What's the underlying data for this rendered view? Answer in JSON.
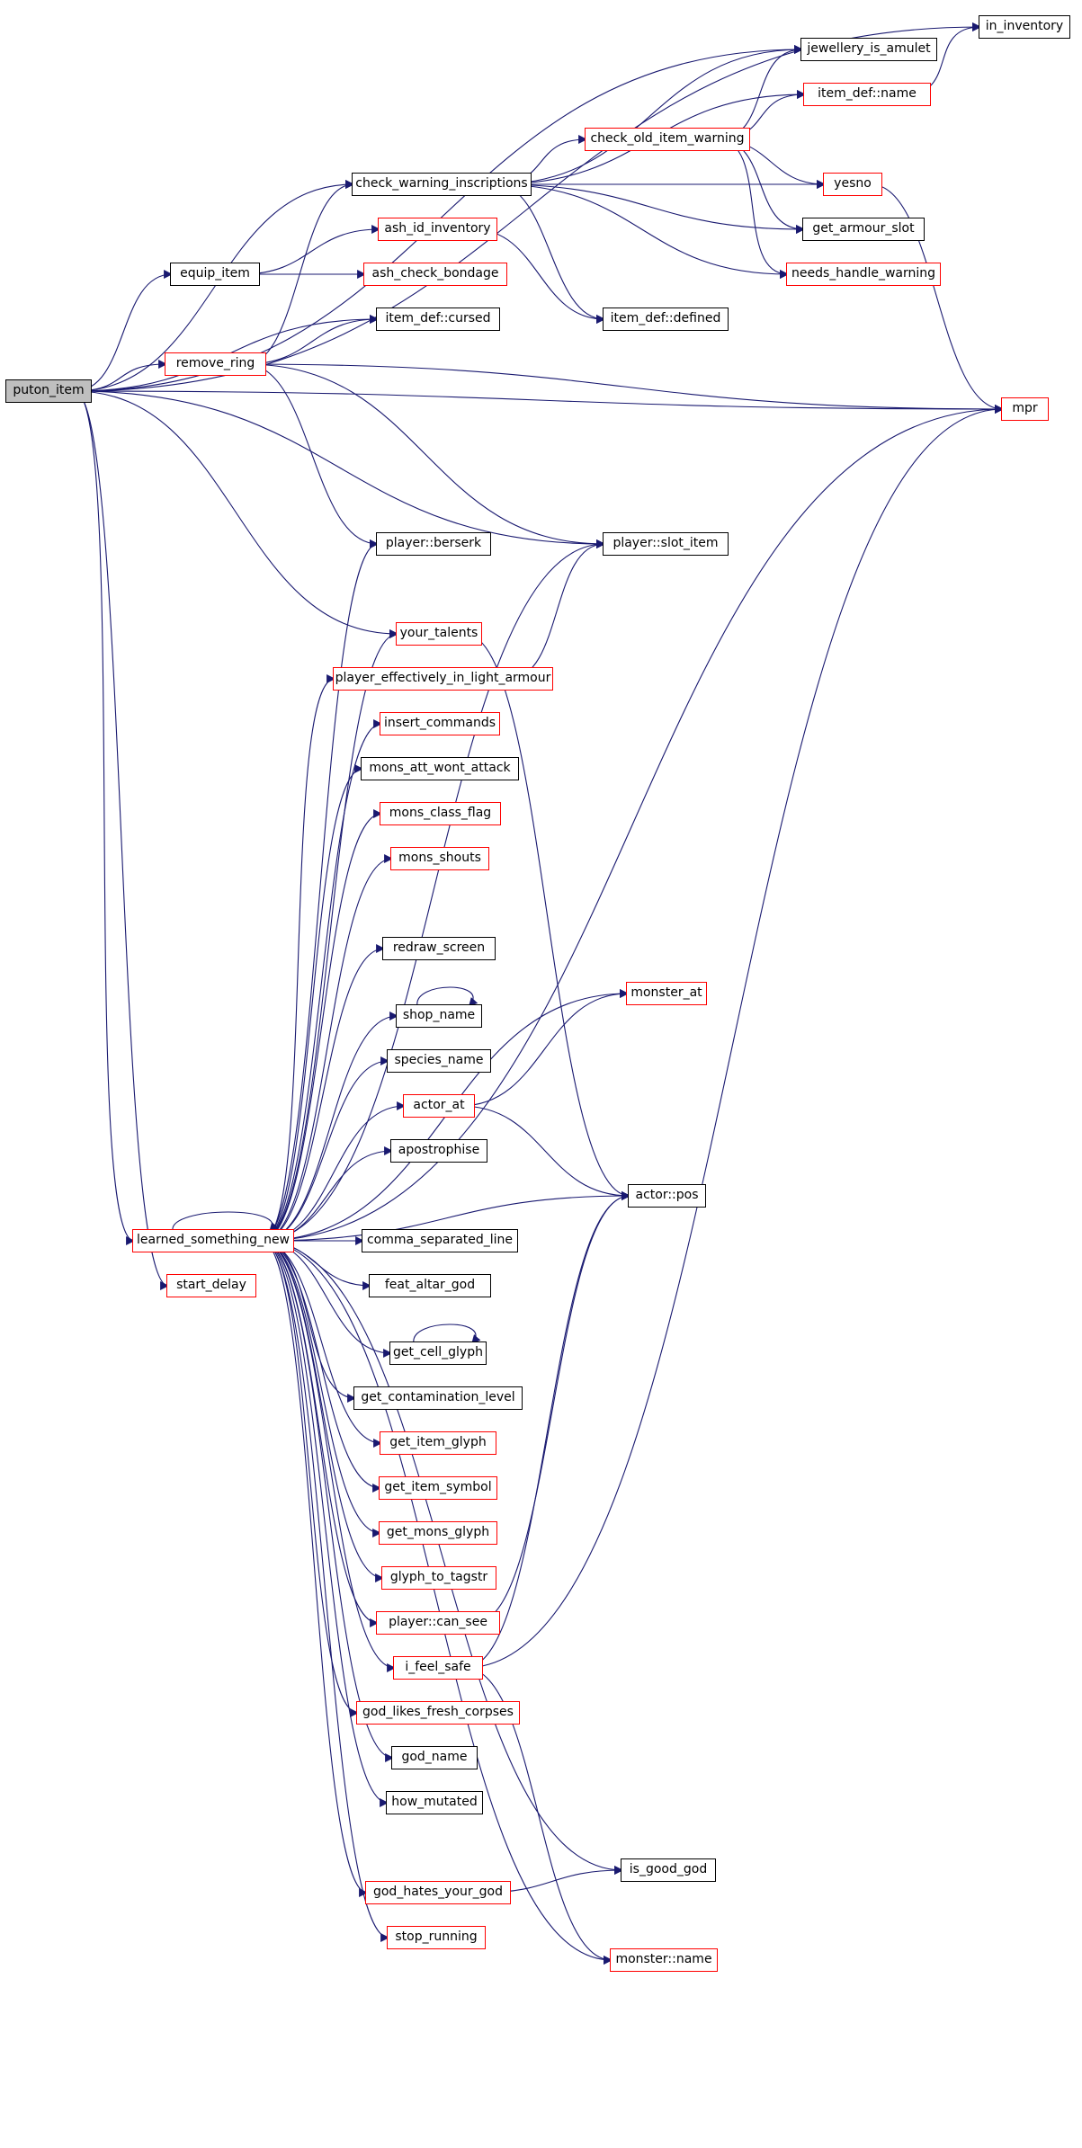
{
  "graph": {
    "type": "call-graph",
    "edge_color": "#191970",
    "root": "puton_item",
    "nodes": [
      {
        "id": "puton_item",
        "label": "puton_item",
        "style": "root"
      },
      {
        "id": "in_inventory",
        "label": "in_inventory",
        "style": "black"
      },
      {
        "id": "jewellery_is_amulet",
        "label": "jewellery_is_amulet",
        "style": "black"
      },
      {
        "id": "item_def_name",
        "label": "item_def::name",
        "style": "red"
      },
      {
        "id": "check_old_item_warning",
        "label": "check_old_item_warning",
        "style": "red"
      },
      {
        "id": "check_warning_inscriptions",
        "label": "check_warning_inscriptions",
        "style": "black"
      },
      {
        "id": "yesno",
        "label": "yesno",
        "style": "red"
      },
      {
        "id": "ash_id_inventory",
        "label": "ash_id_inventory",
        "style": "red"
      },
      {
        "id": "get_armour_slot",
        "label": "get_armour_slot",
        "style": "black"
      },
      {
        "id": "equip_item",
        "label": "equip_item",
        "style": "black"
      },
      {
        "id": "ash_check_bondage",
        "label": "ash_check_bondage",
        "style": "red"
      },
      {
        "id": "needs_handle_warning",
        "label": "needs_handle_warning",
        "style": "red"
      },
      {
        "id": "item_def_cursed",
        "label": "item_def::cursed",
        "style": "black"
      },
      {
        "id": "item_def_defined",
        "label": "item_def::defined",
        "style": "black"
      },
      {
        "id": "remove_ring",
        "label": "remove_ring",
        "style": "red"
      },
      {
        "id": "mpr",
        "label": "mpr",
        "style": "red"
      },
      {
        "id": "player_berserk",
        "label": "player::berserk",
        "style": "black"
      },
      {
        "id": "player_slot_item",
        "label": "player::slot_item",
        "style": "black"
      },
      {
        "id": "your_talents",
        "label": "your_talents",
        "style": "red"
      },
      {
        "id": "player_effectively_in_light_armour",
        "label": "player_effectively_in_light_armour",
        "style": "red"
      },
      {
        "id": "insert_commands",
        "label": "insert_commands",
        "style": "red"
      },
      {
        "id": "mons_att_wont_attack",
        "label": "mons_att_wont_attack",
        "style": "black"
      },
      {
        "id": "mons_class_flag",
        "label": "mons_class_flag",
        "style": "red"
      },
      {
        "id": "mons_shouts",
        "label": "mons_shouts",
        "style": "red"
      },
      {
        "id": "redraw_screen",
        "label": "redraw_screen",
        "style": "black"
      },
      {
        "id": "monster_at",
        "label": "monster_at",
        "style": "red"
      },
      {
        "id": "shop_name",
        "label": "shop_name",
        "style": "black"
      },
      {
        "id": "species_name",
        "label": "species_name",
        "style": "black"
      },
      {
        "id": "actor_at",
        "label": "actor_at",
        "style": "red"
      },
      {
        "id": "apostrophise",
        "label": "apostrophise",
        "style": "black"
      },
      {
        "id": "actor_pos",
        "label": "actor::pos",
        "style": "black"
      },
      {
        "id": "learned_something_new",
        "label": "learned_something_new",
        "style": "red"
      },
      {
        "id": "comma_separated_line",
        "label": "comma_separated_line",
        "style": "black"
      },
      {
        "id": "start_delay",
        "label": "start_delay",
        "style": "red"
      },
      {
        "id": "feat_altar_god",
        "label": "feat_altar_god",
        "style": "black"
      },
      {
        "id": "get_cell_glyph",
        "label": "get_cell_glyph",
        "style": "black"
      },
      {
        "id": "get_contamination_level",
        "label": "get_contamination_level",
        "style": "black"
      },
      {
        "id": "get_item_glyph",
        "label": "get_item_glyph",
        "style": "red"
      },
      {
        "id": "get_item_symbol",
        "label": "get_item_symbol",
        "style": "red"
      },
      {
        "id": "get_mons_glyph",
        "label": "get_mons_glyph",
        "style": "red"
      },
      {
        "id": "glyph_to_tagstr",
        "label": "glyph_to_tagstr",
        "style": "red"
      },
      {
        "id": "player_can_see",
        "label": "player::can_see",
        "style": "red"
      },
      {
        "id": "i_feel_safe",
        "label": "i_feel_safe",
        "style": "red"
      },
      {
        "id": "god_likes_fresh_corpses",
        "label": "god_likes_fresh_corpses",
        "style": "red"
      },
      {
        "id": "god_name",
        "label": "god_name",
        "style": "black"
      },
      {
        "id": "how_mutated",
        "label": "how_mutated",
        "style": "black"
      },
      {
        "id": "is_good_god",
        "label": "is_good_god",
        "style": "black"
      },
      {
        "id": "god_hates_your_god",
        "label": "god_hates_your_god",
        "style": "red"
      },
      {
        "id": "stop_running",
        "label": "stop_running",
        "style": "red"
      },
      {
        "id": "monster_name",
        "label": "monster::name",
        "style": "red"
      }
    ],
    "edges": [
      [
        "puton_item",
        "in_inventory"
      ],
      [
        "puton_item",
        "jewellery_is_amulet"
      ],
      [
        "puton_item",
        "check_warning_inscriptions"
      ],
      [
        "puton_item",
        "equip_item"
      ],
      [
        "puton_item",
        "item_def_cursed"
      ],
      [
        "puton_item",
        "remove_ring"
      ],
      [
        "puton_item",
        "mpr"
      ],
      [
        "puton_item",
        "player_slot_item"
      ],
      [
        "puton_item",
        "your_talents"
      ],
      [
        "puton_item",
        "learned_something_new"
      ],
      [
        "puton_item",
        "start_delay"
      ],
      [
        "check_warning_inscriptions",
        "jewellery_is_amulet"
      ],
      [
        "check_warning_inscriptions",
        "item_def_name"
      ],
      [
        "check_warning_inscriptions",
        "check_old_item_warning"
      ],
      [
        "check_warning_inscriptions",
        "yesno"
      ],
      [
        "check_warning_inscriptions",
        "get_armour_slot"
      ],
      [
        "check_warning_inscriptions",
        "needs_handle_warning"
      ],
      [
        "check_warning_inscriptions",
        "item_def_defined"
      ],
      [
        "check_old_item_warning",
        "jewellery_is_amulet"
      ],
      [
        "check_old_item_warning",
        "item_def_name"
      ],
      [
        "check_old_item_warning",
        "yesno"
      ],
      [
        "check_old_item_warning",
        "get_armour_slot"
      ],
      [
        "check_old_item_warning",
        "needs_handle_warning"
      ],
      [
        "item_def_name",
        "in_inventory"
      ],
      [
        "yesno",
        "mpr"
      ],
      [
        "equip_item",
        "ash_id_inventory"
      ],
      [
        "equip_item",
        "ash_check_bondage"
      ],
      [
        "ash_id_inventory",
        "item_def_defined"
      ],
      [
        "remove_ring",
        "check_warning_inscriptions"
      ],
      [
        "remove_ring",
        "item_def_cursed"
      ],
      [
        "remove_ring",
        "mpr"
      ],
      [
        "remove_ring",
        "player_berserk"
      ],
      [
        "remove_ring",
        "player_slot_item"
      ],
      [
        "your_talents",
        "actor_pos"
      ],
      [
        "player_effectively_in_light_armour",
        "player_slot_item"
      ],
      [
        "actor_at",
        "monster_at"
      ],
      [
        "actor_at",
        "actor_pos"
      ],
      [
        "shop_name",
        "shop_name"
      ],
      [
        "get_cell_glyph",
        "get_cell_glyph"
      ],
      [
        "learned_something_new",
        "learned_something_new"
      ],
      [
        "learned_something_new",
        "player_berserk"
      ],
      [
        "learned_something_new",
        "player_slot_item"
      ],
      [
        "learned_something_new",
        "your_talents"
      ],
      [
        "learned_something_new",
        "player_effectively_in_light_armour"
      ],
      [
        "learned_something_new",
        "insert_commands"
      ],
      [
        "learned_something_new",
        "mons_att_wont_attack"
      ],
      [
        "learned_something_new",
        "mons_class_flag"
      ],
      [
        "learned_something_new",
        "mons_shouts"
      ],
      [
        "learned_something_new",
        "monster_at"
      ],
      [
        "learned_something_new",
        "redraw_screen"
      ],
      [
        "learned_something_new",
        "shop_name"
      ],
      [
        "learned_something_new",
        "species_name"
      ],
      [
        "learned_something_new",
        "actor_at"
      ],
      [
        "learned_something_new",
        "apostrophise"
      ],
      [
        "learned_something_new",
        "actor_pos"
      ],
      [
        "learned_something_new",
        "comma_separated_line"
      ],
      [
        "learned_something_new",
        "feat_altar_god"
      ],
      [
        "learned_something_new",
        "get_cell_glyph"
      ],
      [
        "learned_something_new",
        "get_contamination_level"
      ],
      [
        "learned_something_new",
        "get_item_glyph"
      ],
      [
        "learned_something_new",
        "get_item_symbol"
      ],
      [
        "learned_something_new",
        "get_mons_glyph"
      ],
      [
        "learned_something_new",
        "glyph_to_tagstr"
      ],
      [
        "learned_something_new",
        "player_can_see"
      ],
      [
        "learned_something_new",
        "i_feel_safe"
      ],
      [
        "learned_something_new",
        "god_likes_fresh_corpses"
      ],
      [
        "learned_something_new",
        "god_name"
      ],
      [
        "learned_something_new",
        "how_mutated"
      ],
      [
        "learned_something_new",
        "is_good_god"
      ],
      [
        "learned_something_new",
        "god_hates_your_god"
      ],
      [
        "learned_something_new",
        "stop_running"
      ],
      [
        "learned_something_new",
        "monster_name"
      ],
      [
        "learned_something_new",
        "mpr"
      ],
      [
        "player_can_see",
        "actor_pos"
      ],
      [
        "i_feel_safe",
        "actor_pos"
      ],
      [
        "i_feel_safe",
        "mpr"
      ],
      [
        "i_feel_safe",
        "monster_name"
      ],
      [
        "god_hates_your_god",
        "is_good_god"
      ]
    ]
  }
}
